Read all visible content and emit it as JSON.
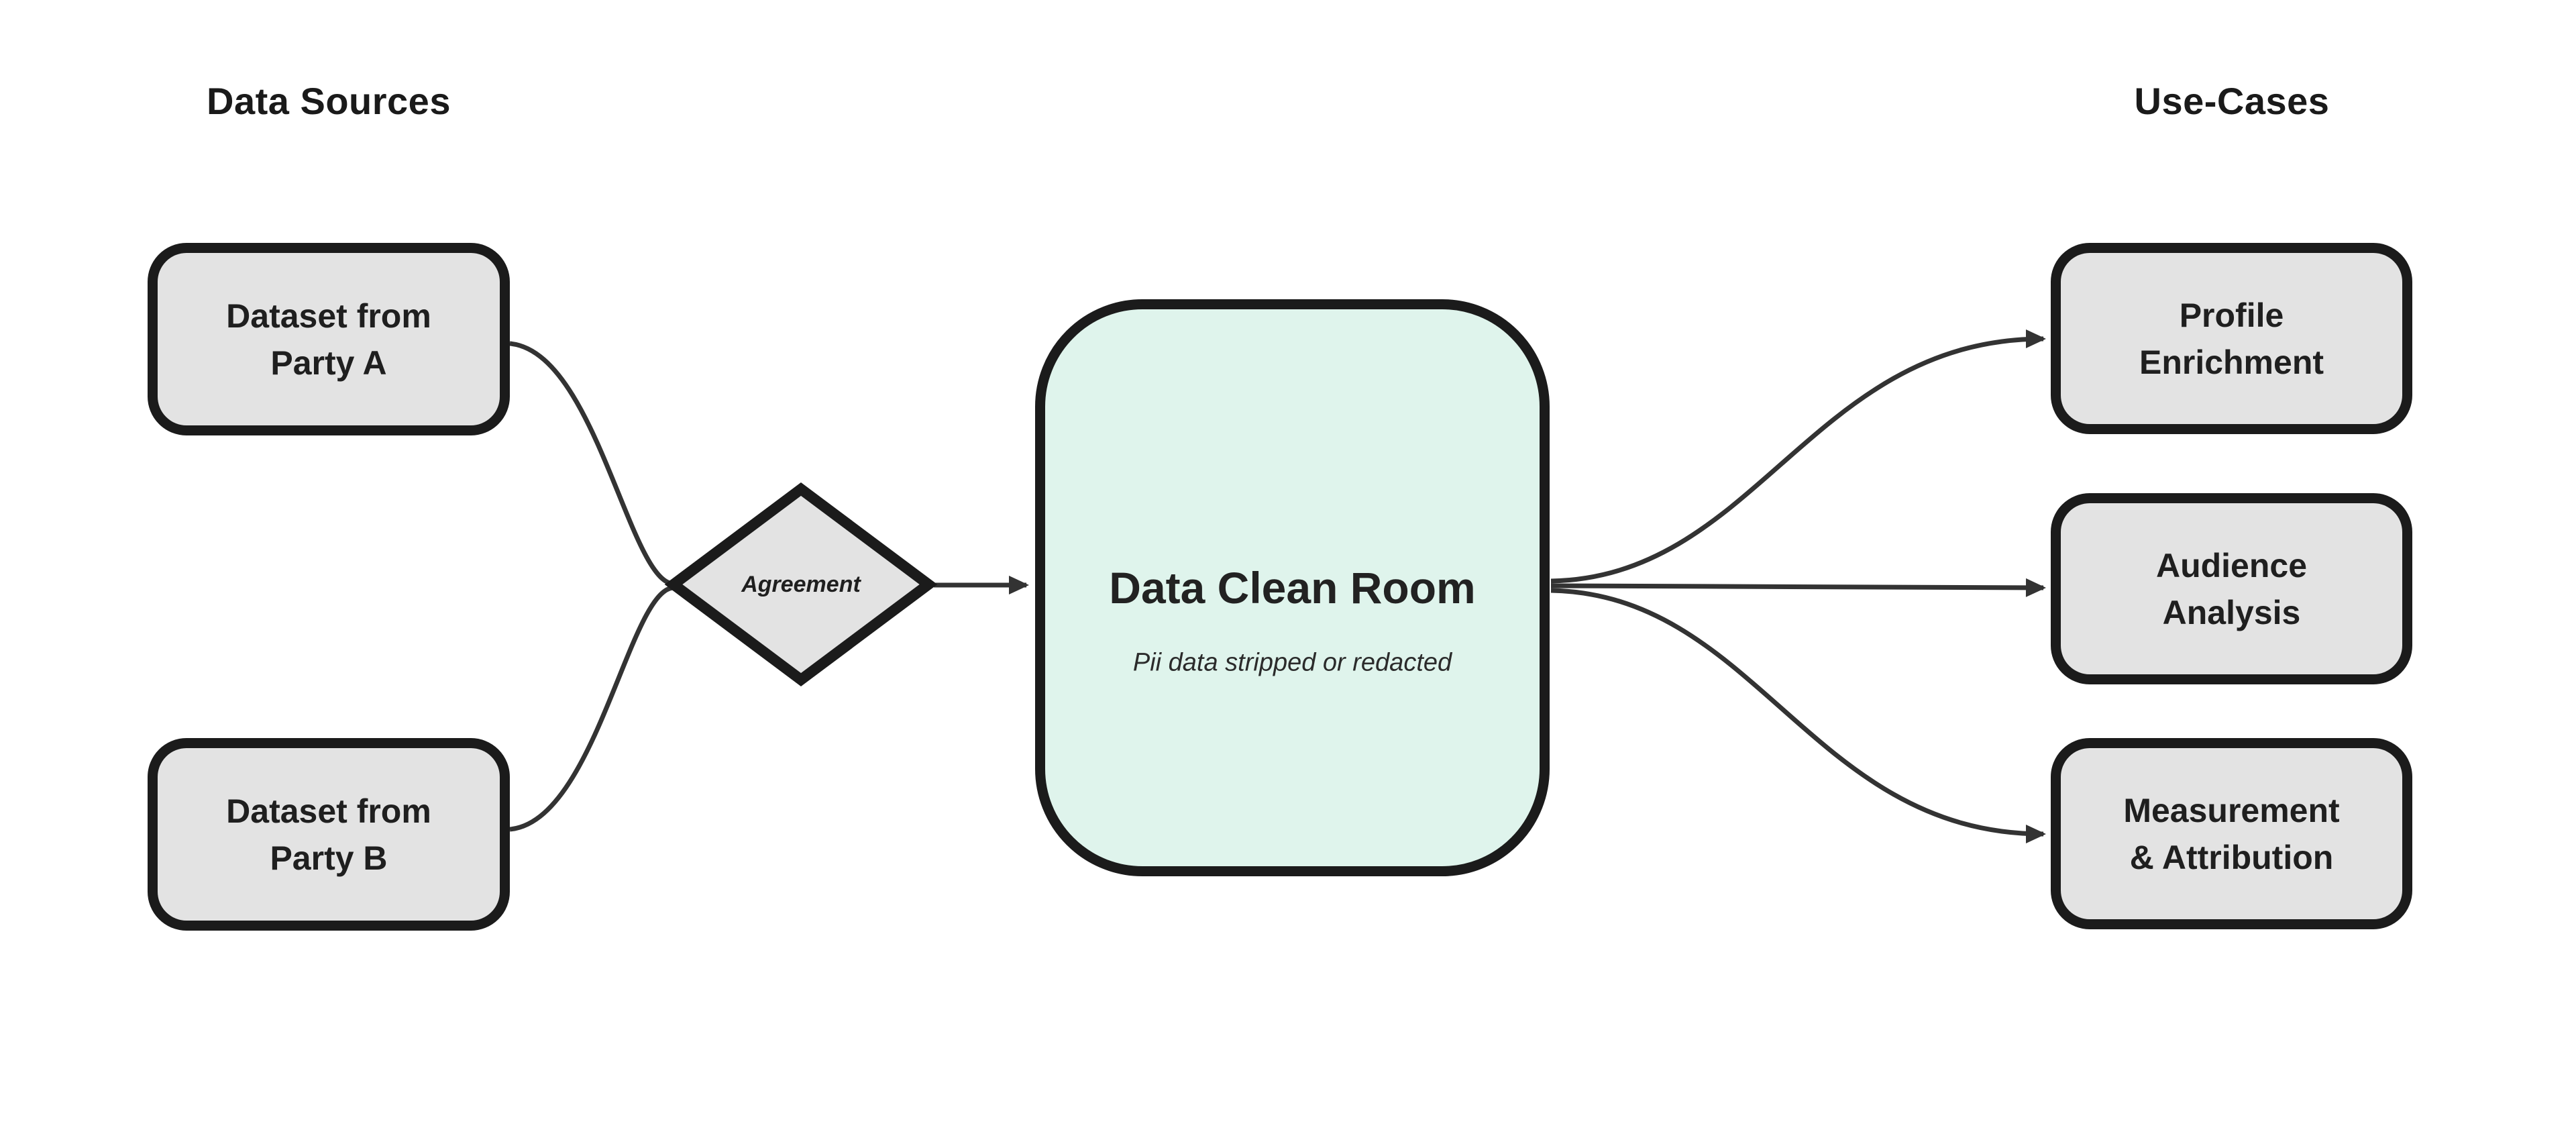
{
  "diagram": {
    "headings": {
      "sources": "Data Sources",
      "use_cases": "Use-Cases"
    },
    "nodes": {
      "party_a": {
        "label": "Dataset from\nParty A"
      },
      "party_b": {
        "label": "Dataset from\nParty B"
      },
      "agreement": {
        "label": "Agreement"
      },
      "clean_room": {
        "title": "Data Clean Room",
        "subtitle": "Pii data stripped or redacted"
      },
      "profile_enrichment": {
        "label": "Profile\nEnrichment"
      },
      "audience_analysis": {
        "label": "Audience\nAnalysis"
      },
      "measurement_attribution": {
        "label": "Measurement\n& Attribution"
      }
    },
    "colors": {
      "background": "#ffffff",
      "node_fill": "#e3e3e3",
      "clean_room_fill": "#dff4ec",
      "node_border": "#1b1b1b",
      "edge_stroke": "#333333",
      "text": "#1f1f1f"
    }
  }
}
